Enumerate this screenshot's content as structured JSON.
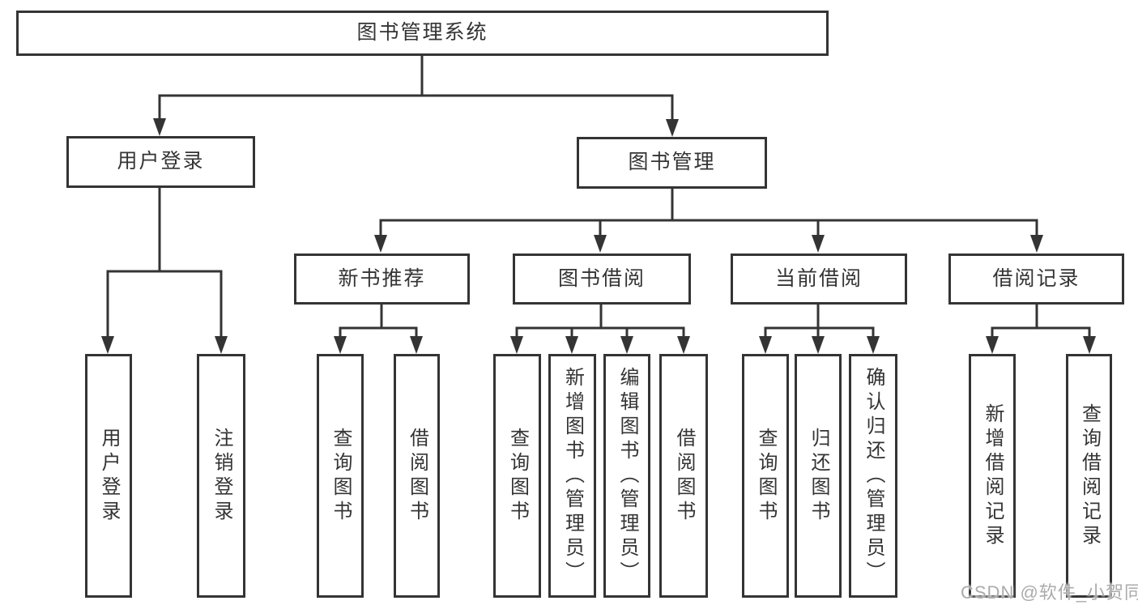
{
  "colors": {
    "line": "#343434",
    "text": "#343434",
    "box_bg": "#ffffff",
    "watermark": "#ababab"
  },
  "tree": {
    "root": "图书管理系统",
    "branches": [
      {
        "label": "用户登录",
        "children": [
          "用户登录",
          "注销登录"
        ]
      },
      {
        "label": "图书管理",
        "sections": [
          {
            "label": "新书推荐",
            "children": [
              "查询图书",
              "借阅图书"
            ]
          },
          {
            "label": "图书借阅",
            "children": [
              "查询图书",
              "新增图书（管理员）",
              "编辑图书（管理员）",
              "借阅图书"
            ]
          },
          {
            "label": "当前借阅",
            "children": [
              "查询图书",
              "归还图书",
              "确认归还（管理员）"
            ]
          },
          {
            "label": "借阅记录",
            "children": [
              "新增借阅记录",
              "查询借阅记录"
            ]
          }
        ]
      }
    ]
  },
  "watermark": {
    "text": "CSDN @软件_小贺同学"
  }
}
